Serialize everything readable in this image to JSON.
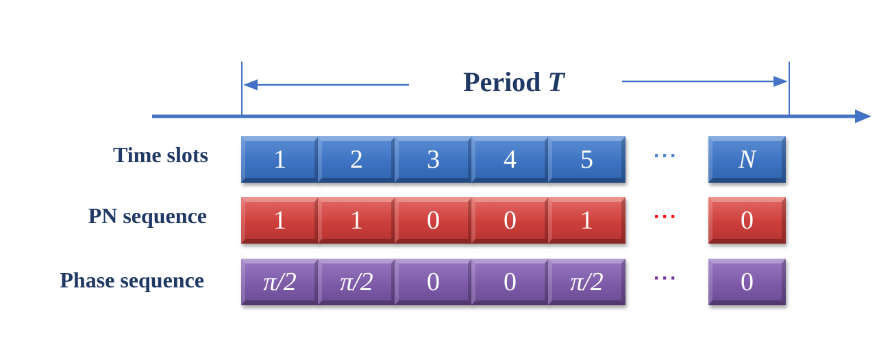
{
  "title": {
    "prefix": "Period ",
    "variable": "T"
  },
  "rows": [
    {
      "label": "Time slots",
      "cells": [
        "1",
        "2",
        "3",
        "4",
        "5"
      ],
      "last": "N",
      "color": "#3d73c2",
      "dots_color": "#4a7fcf"
    },
    {
      "label": "PN sequence",
      "cells": [
        "1",
        "1",
        "0",
        "0",
        "1"
      ],
      "last": "0",
      "color": "#cc3f3b",
      "dots_color": "#ff0000"
    },
    {
      "label": "Phase sequence",
      "cells": [
        "π/2",
        "π/2",
        "0",
        "0",
        "π/2"
      ],
      "last": "0",
      "color": "#7d5ba8",
      "dots_color": "#7030a0"
    }
  ],
  "dots": "···",
  "colors": {
    "axis": "#4472c4",
    "label": "#1f3864"
  }
}
